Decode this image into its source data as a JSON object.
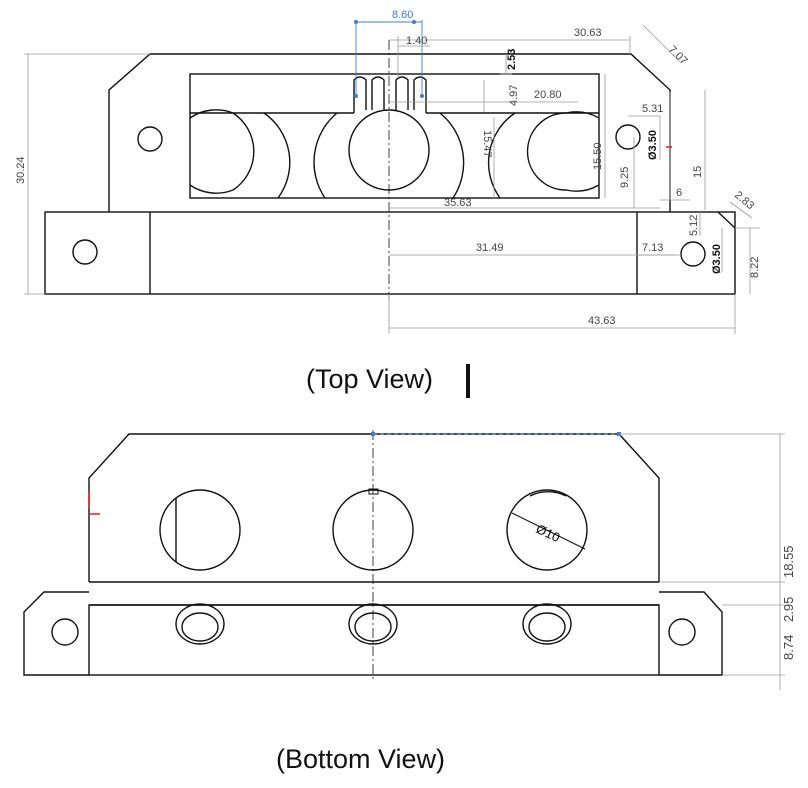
{
  "captions": {
    "top_view": "(Top View)",
    "bottom_view": "(Bottom View)"
  },
  "dimensions": {
    "d_8_60": "8.60",
    "d_1_40": "1.40",
    "d_30_63": "30.63",
    "d_7_07": "7.07",
    "d_2_53": "2.53",
    "d_4_97": "4.97",
    "d_20_80": "20.80",
    "d_5_31": "5.31",
    "d_dia_3_50_a": "Ø3.50",
    "d_30_24": "30.24",
    "d_15_47": "15.47",
    "d_15_50": "15.50",
    "d_9_25": "9.25",
    "d_15": "15",
    "d_6": "6",
    "d_2_83": "2.83",
    "d_35_63": "35.63",
    "d_5_12": "5.12",
    "d_31_49": "31.49",
    "d_7_13": "7.13",
    "d_dia_3_50_b": "Ø3.50",
    "d_8_22": "8.22",
    "d_43_63": "43.63",
    "d_dia_10": "Ø10",
    "d_18_55": "18.55",
    "d_2_95": "2.95",
    "d_8_74": "8.74"
  },
  "colors": {
    "line": "#111111",
    "dimension": "#9a9a9a",
    "selection": "#3b7fd0",
    "marker": "#e02020"
  }
}
